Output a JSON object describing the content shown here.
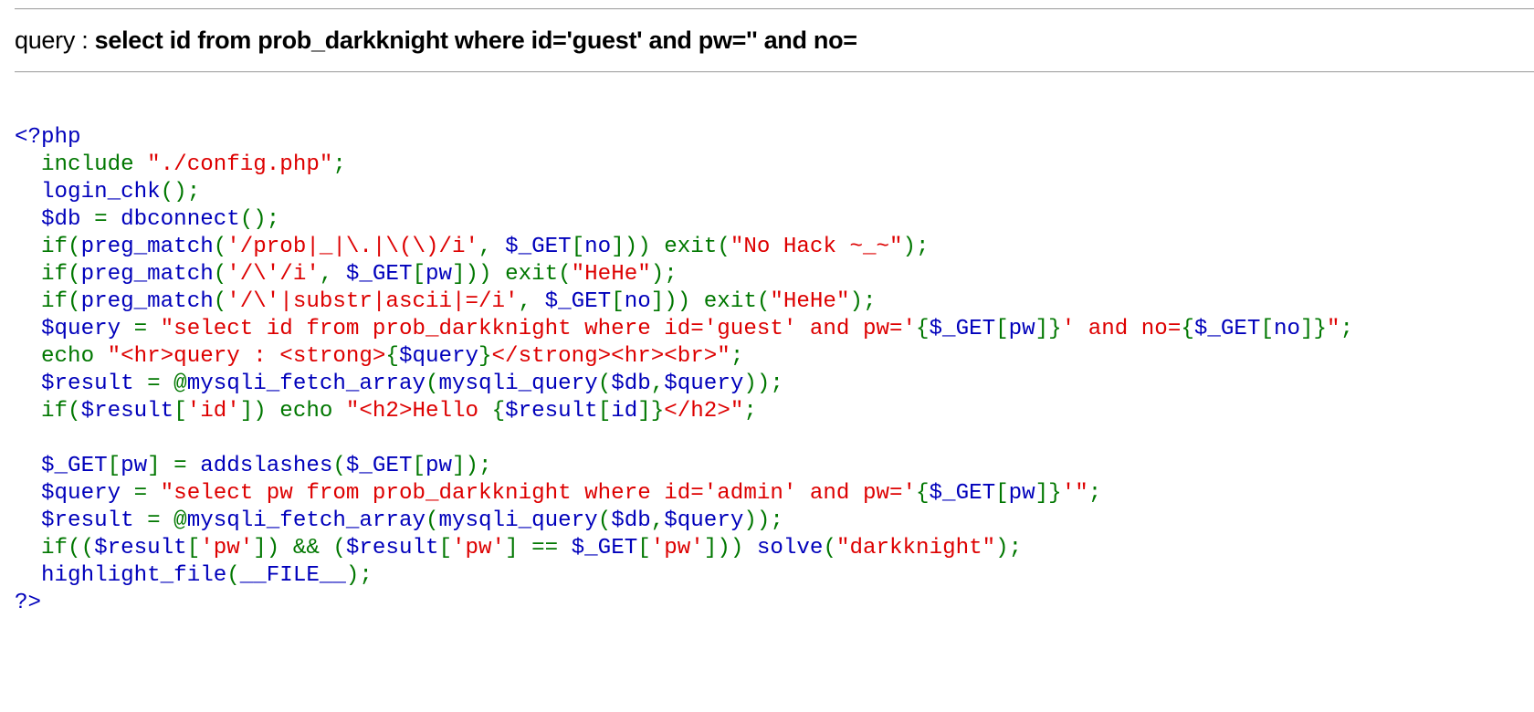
{
  "query_prefix": "query : ",
  "query_text": "select id from prob_darkknight where id='guest' and pw='' and no=",
  "colors": {
    "default": "#0000bb",
    "keyword": "#007700",
    "string": "#dd0000",
    "hr_shadow": "#a9a9a9"
  },
  "code_lines": [
    [
      {
        "c": "k",
        "t": "<?php"
      }
    ],
    [
      {
        "c": "k",
        "t": "  "
      },
      {
        "c": "g",
        "t": "include "
      },
      {
        "c": "s",
        "t": "\"./config.php\""
      },
      {
        "c": "g",
        "t": ";"
      }
    ],
    [
      {
        "c": "k",
        "t": "  login_chk"
      },
      {
        "c": "g",
        "t": "();"
      }
    ],
    [
      {
        "c": "k",
        "t": "  $db "
      },
      {
        "c": "g",
        "t": "= "
      },
      {
        "c": "k",
        "t": "dbconnect"
      },
      {
        "c": "g",
        "t": "();"
      }
    ],
    [
      {
        "c": "k",
        "t": "  "
      },
      {
        "c": "g",
        "t": "if("
      },
      {
        "c": "k",
        "t": "preg_match"
      },
      {
        "c": "g",
        "t": "("
      },
      {
        "c": "s",
        "t": "'/prob|_|\\.|\\(\\)/i'"
      },
      {
        "c": "g",
        "t": ", "
      },
      {
        "c": "k",
        "t": "$_GET"
      },
      {
        "c": "g",
        "t": "["
      },
      {
        "c": "k",
        "t": "no"
      },
      {
        "c": "g",
        "t": "])) exit("
      },
      {
        "c": "s",
        "t": "\"No Hack ~_~\""
      },
      {
        "c": "g",
        "t": ");"
      }
    ],
    [
      {
        "c": "k",
        "t": "  "
      },
      {
        "c": "g",
        "t": "if("
      },
      {
        "c": "k",
        "t": "preg_match"
      },
      {
        "c": "g",
        "t": "("
      },
      {
        "c": "s",
        "t": "'/\\'/i'"
      },
      {
        "c": "g",
        "t": ", "
      },
      {
        "c": "k",
        "t": "$_GET"
      },
      {
        "c": "g",
        "t": "["
      },
      {
        "c": "k",
        "t": "pw"
      },
      {
        "c": "g",
        "t": "])) exit("
      },
      {
        "c": "s",
        "t": "\"HeHe\""
      },
      {
        "c": "g",
        "t": ");"
      }
    ],
    [
      {
        "c": "k",
        "t": "  "
      },
      {
        "c": "g",
        "t": "if("
      },
      {
        "c": "k",
        "t": "preg_match"
      },
      {
        "c": "g",
        "t": "("
      },
      {
        "c": "s",
        "t": "'/\\'|substr|ascii|=/i'"
      },
      {
        "c": "g",
        "t": ", "
      },
      {
        "c": "k",
        "t": "$_GET"
      },
      {
        "c": "g",
        "t": "["
      },
      {
        "c": "k",
        "t": "no"
      },
      {
        "c": "g",
        "t": "])) exit("
      },
      {
        "c": "s",
        "t": "\"HeHe\""
      },
      {
        "c": "g",
        "t": ");"
      }
    ],
    [
      {
        "c": "k",
        "t": "  $query "
      },
      {
        "c": "g",
        "t": "= "
      },
      {
        "c": "s",
        "t": "\"select id from prob_darkknight where id='guest' and pw='"
      },
      {
        "c": "g",
        "t": "{"
      },
      {
        "c": "k",
        "t": "$_GET"
      },
      {
        "c": "g",
        "t": "["
      },
      {
        "c": "k",
        "t": "pw"
      },
      {
        "c": "g",
        "t": "]}"
      },
      {
        "c": "s",
        "t": "' and no="
      },
      {
        "c": "g",
        "t": "{"
      },
      {
        "c": "k",
        "t": "$_GET"
      },
      {
        "c": "g",
        "t": "["
      },
      {
        "c": "k",
        "t": "no"
      },
      {
        "c": "g",
        "t": "]}"
      },
      {
        "c": "s",
        "t": "\""
      },
      {
        "c": "g",
        "t": ";"
      }
    ],
    [
      {
        "c": "k",
        "t": "  "
      },
      {
        "c": "g",
        "t": "echo "
      },
      {
        "c": "s",
        "t": "\"<hr>query : <strong>"
      },
      {
        "c": "g",
        "t": "{"
      },
      {
        "c": "k",
        "t": "$query"
      },
      {
        "c": "g",
        "t": "}"
      },
      {
        "c": "s",
        "t": "</strong><hr><br>\""
      },
      {
        "c": "g",
        "t": ";"
      }
    ],
    [
      {
        "c": "k",
        "t": "  $result "
      },
      {
        "c": "g",
        "t": "= @"
      },
      {
        "c": "k",
        "t": "mysqli_fetch_array"
      },
      {
        "c": "g",
        "t": "("
      },
      {
        "c": "k",
        "t": "mysqli_query"
      },
      {
        "c": "g",
        "t": "("
      },
      {
        "c": "k",
        "t": "$db"
      },
      {
        "c": "g",
        "t": ","
      },
      {
        "c": "k",
        "t": "$query"
      },
      {
        "c": "g",
        "t": "));"
      }
    ],
    [
      {
        "c": "k",
        "t": "  "
      },
      {
        "c": "g",
        "t": "if("
      },
      {
        "c": "k",
        "t": "$result"
      },
      {
        "c": "g",
        "t": "["
      },
      {
        "c": "s",
        "t": "'id'"
      },
      {
        "c": "g",
        "t": "]) echo "
      },
      {
        "c": "s",
        "t": "\"<h2>Hello "
      },
      {
        "c": "g",
        "t": "{"
      },
      {
        "c": "k",
        "t": "$result"
      },
      {
        "c": "g",
        "t": "["
      },
      {
        "c": "k",
        "t": "id"
      },
      {
        "c": "g",
        "t": "]}"
      },
      {
        "c": "s",
        "t": "</h2>\""
      },
      {
        "c": "g",
        "t": ";"
      }
    ],
    [
      {
        "c": "k",
        "t": " "
      }
    ],
    [
      {
        "c": "k",
        "t": "  $_GET"
      },
      {
        "c": "g",
        "t": "["
      },
      {
        "c": "k",
        "t": "pw"
      },
      {
        "c": "g",
        "t": "] = "
      },
      {
        "c": "k",
        "t": "addslashes"
      },
      {
        "c": "g",
        "t": "("
      },
      {
        "c": "k",
        "t": "$_GET"
      },
      {
        "c": "g",
        "t": "["
      },
      {
        "c": "k",
        "t": "pw"
      },
      {
        "c": "g",
        "t": "]);"
      }
    ],
    [
      {
        "c": "k",
        "t": "  $query "
      },
      {
        "c": "g",
        "t": "= "
      },
      {
        "c": "s",
        "t": "\"select pw from prob_darkknight where id='admin' and pw='"
      },
      {
        "c": "g",
        "t": "{"
      },
      {
        "c": "k",
        "t": "$_GET"
      },
      {
        "c": "g",
        "t": "["
      },
      {
        "c": "k",
        "t": "pw"
      },
      {
        "c": "g",
        "t": "]}"
      },
      {
        "c": "s",
        "t": "'\""
      },
      {
        "c": "g",
        "t": ";"
      }
    ],
    [
      {
        "c": "k",
        "t": "  $result "
      },
      {
        "c": "g",
        "t": "= @"
      },
      {
        "c": "k",
        "t": "mysqli_fetch_array"
      },
      {
        "c": "g",
        "t": "("
      },
      {
        "c": "k",
        "t": "mysqli_query"
      },
      {
        "c": "g",
        "t": "("
      },
      {
        "c": "k",
        "t": "$db"
      },
      {
        "c": "g",
        "t": ","
      },
      {
        "c": "k",
        "t": "$query"
      },
      {
        "c": "g",
        "t": "));"
      }
    ],
    [
      {
        "c": "k",
        "t": "  "
      },
      {
        "c": "g",
        "t": "if(("
      },
      {
        "c": "k",
        "t": "$result"
      },
      {
        "c": "g",
        "t": "["
      },
      {
        "c": "s",
        "t": "'pw'"
      },
      {
        "c": "g",
        "t": "]) && ("
      },
      {
        "c": "k",
        "t": "$result"
      },
      {
        "c": "g",
        "t": "["
      },
      {
        "c": "s",
        "t": "'pw'"
      },
      {
        "c": "g",
        "t": "] == "
      },
      {
        "c": "k",
        "t": "$_GET"
      },
      {
        "c": "g",
        "t": "["
      },
      {
        "c": "s",
        "t": "'pw'"
      },
      {
        "c": "g",
        "t": "])) "
      },
      {
        "c": "k",
        "t": "solve"
      },
      {
        "c": "g",
        "t": "("
      },
      {
        "c": "s",
        "t": "\"darkknight\""
      },
      {
        "c": "g",
        "t": ");"
      }
    ],
    [
      {
        "c": "k",
        "t": "  highlight_file"
      },
      {
        "c": "g",
        "t": "("
      },
      {
        "c": "k",
        "t": "__FILE__"
      },
      {
        "c": "g",
        "t": ");"
      }
    ],
    [
      {
        "c": "k",
        "t": "?>"
      }
    ]
  ]
}
